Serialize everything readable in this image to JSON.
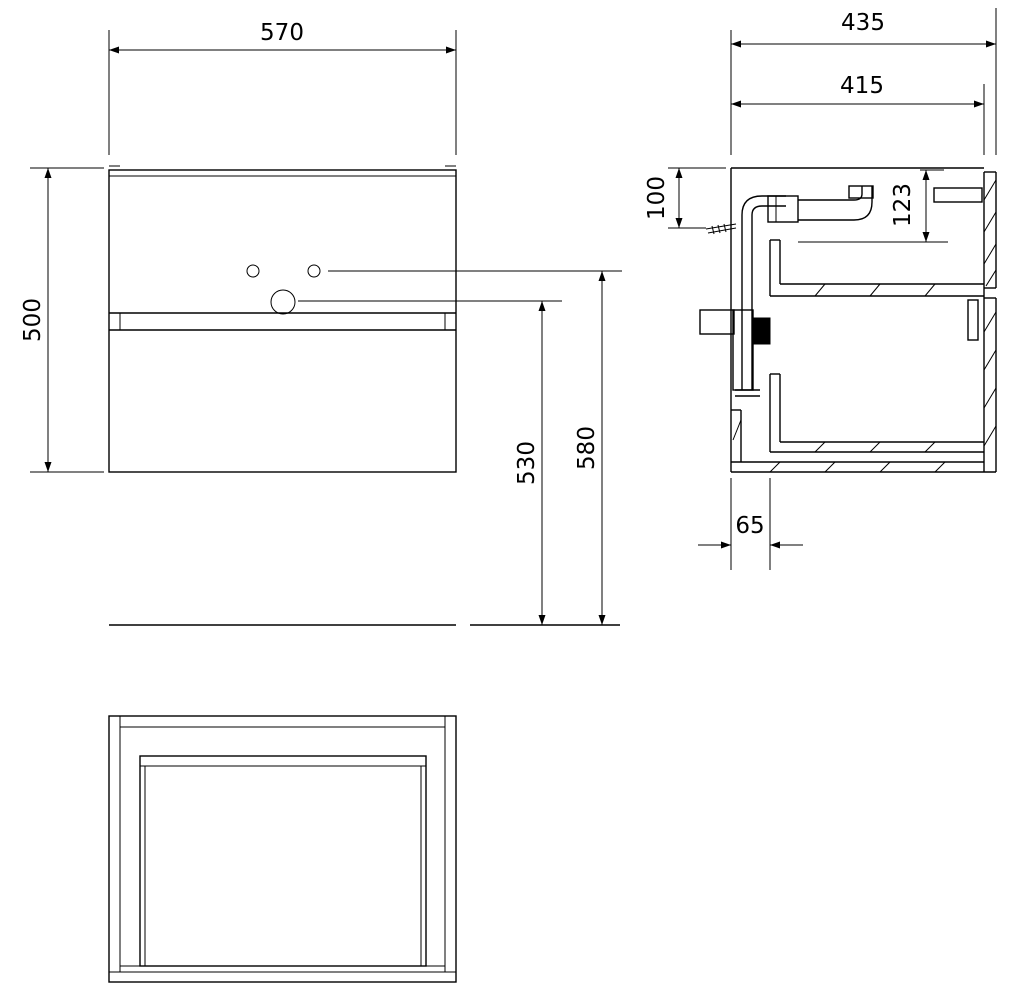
{
  "dimensions": {
    "front_width": "570",
    "front_height": "500",
    "drain_height": "530",
    "supply_height": "580",
    "side_depth_total": "435",
    "side_depth_inner": "415",
    "top_gap": "100",
    "pipe_offset": "123",
    "wall_offset": "65"
  },
  "colors": {
    "line": "#000000",
    "background": "#ffffff"
  }
}
